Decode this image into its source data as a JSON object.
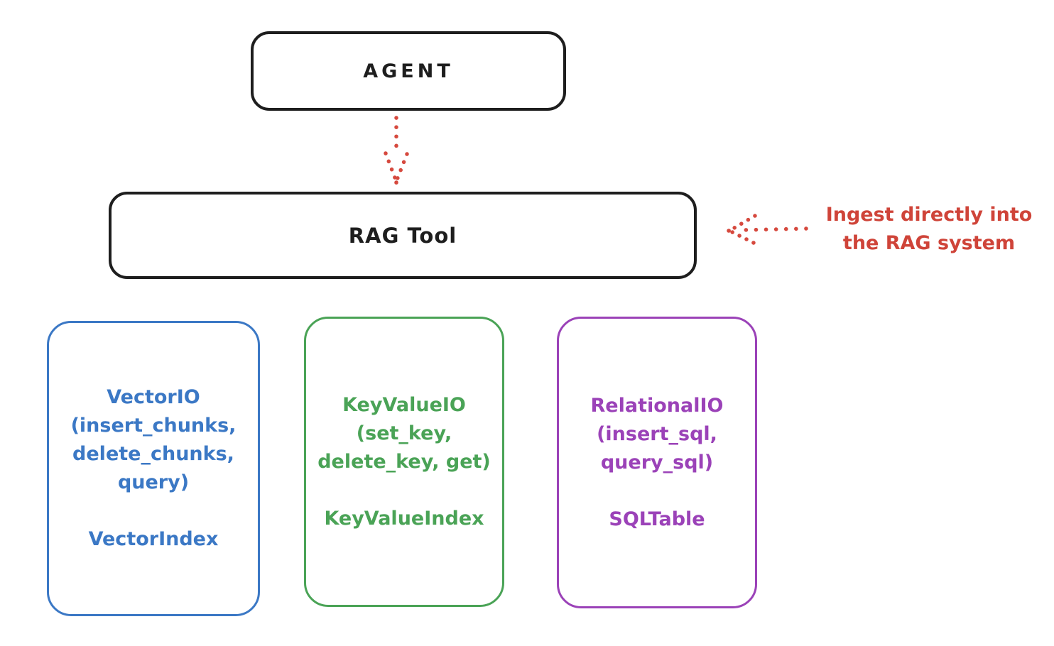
{
  "canvas": {
    "background": "#ffffff"
  },
  "agent_box": {
    "label": "AGENT"
  },
  "rag_tool_box": {
    "label": "RAG Tool"
  },
  "annotation": {
    "line1": "Ingest directly into",
    "line2": "the RAG system"
  },
  "arrows": {
    "agent_to_rag": "dotted-down-arrow",
    "annotation_to_rag": "dotted-left-arrow"
  },
  "colors": {
    "stroke_black": "#1e1e1e",
    "red": "#cf4439",
    "blue": "#3b78c5",
    "green": "#4aa356",
    "purple": "#9b42b8"
  },
  "io_boxes": [
    {
      "id": "vector-io",
      "color": "#3b78c5",
      "lines": [
        "VectorIO",
        "(insert_chunks,",
        "delete_chunks,",
        "query)"
      ],
      "index_label": "VectorIndex"
    },
    {
      "id": "keyvalue-io",
      "color": "#4aa356",
      "lines": [
        "KeyValueIO",
        "(set_key,",
        "delete_key, get)"
      ],
      "index_label": "KeyValueIndex"
    },
    {
      "id": "relational-io",
      "color": "#9b42b8",
      "lines": [
        "RelationalIO",
        "(insert_sql,",
        "query_sql)"
      ],
      "index_label": "SQLTable"
    }
  ]
}
